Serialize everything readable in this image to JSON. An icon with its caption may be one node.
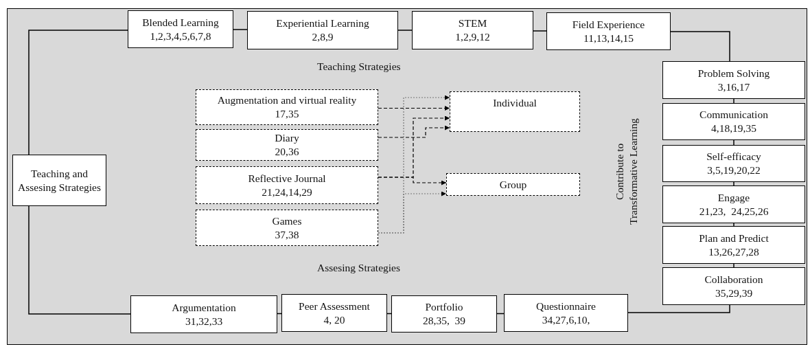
{
  "diagram": {
    "nodes": [
      {
        "text": [
          "Blended Learning",
          "1,2,3,4,5,6,7,8"
        ]
      },
      {
        "text": [
          "Experiential Learning",
          "2,8,9"
        ]
      },
      {
        "text": [
          "STEM",
          "1,2,9,12"
        ]
      },
      {
        "text": [
          "Field Experience",
          "11,13,14,15"
        ]
      },
      {
        "text": [
          "Problem Solving",
          "3,16,17"
        ]
      },
      {
        "text": [
          "Communication",
          "4,18,19,35"
        ]
      },
      {
        "text": [
          "Self-efficacy",
          "3,5,19,20,22"
        ]
      },
      {
        "text": [
          "Engage",
          "21,23,  24,25,26"
        ]
      },
      {
        "text": [
          "Plan and Predict",
          "13,26,27,28"
        ]
      },
      {
        "text": [
          "Collaboration",
          "35,29,39"
        ]
      },
      {
        "text": [
          "Teaching and Assesing Strategies"
        ]
      },
      {
        "text": [
          "Augmentation and virtual reality",
          "17,35"
        ]
      },
      {
        "text": [
          "Diary",
          "20,36"
        ]
      },
      {
        "text": [
          "Reflective Journal",
          "21,24,14,29"
        ]
      },
      {
        "text": [
          "Games",
          "37,38"
        ]
      },
      {
        "text": [
          "Individual"
        ]
      },
      {
        "text": [
          "Group"
        ]
      },
      {
        "text": [
          "Argumentation",
          "31,32,33"
        ]
      },
      {
        "text": [
          "Peer Assessment",
          "4, 20"
        ]
      },
      {
        "text": [
          "Portfolio",
          "28,35,  39"
        ]
      },
      {
        "text": [
          "Questionnaire",
          "34,27,6,10,"
        ]
      }
    ],
    "edges": [
      {
        "from": 10,
        "to": 0,
        "arrow": "none"
      },
      {
        "from": 0,
        "to": 1,
        "arrow": "none"
      },
      {
        "from": 1,
        "to": 2,
        "arrow": "none"
      },
      {
        "from": 2,
        "to": 3,
        "arrow": "none"
      },
      {
        "from": 3,
        "to": 4,
        "arrow": "none"
      },
      {
        "from": 4,
        "to": 5,
        "arrow": "none"
      },
      {
        "from": 5,
        "to": 6,
        "arrow": "none"
      },
      {
        "from": 6,
        "to": 7,
        "arrow": "none"
      },
      {
        "from": 7,
        "to": 8,
        "arrow": "none"
      },
      {
        "from": 8,
        "to": 9,
        "arrow": "none"
      },
      {
        "from": 9,
        "to": 20,
        "arrow": "none"
      },
      {
        "from": 20,
        "to": 19,
        "arrow": "none"
      },
      {
        "from": 19,
        "to": 18,
        "arrow": "none"
      },
      {
        "from": 18,
        "to": 17,
        "arrow": "none"
      },
      {
        "from": 17,
        "to": 10,
        "arrow": "none"
      },
      {
        "from": 11,
        "to": 15,
        "arrow": "to",
        "style": "dashed"
      },
      {
        "from": 12,
        "to": 15,
        "arrow": "to",
        "style": "dashed"
      },
      {
        "from": 13,
        "to": 15,
        "arrow": "to",
        "style": "dashed"
      },
      {
        "from": 13,
        "to": 16,
        "arrow": "to",
        "style": "dashed"
      },
      {
        "from": 14,
        "to": 15,
        "arrow": "to",
        "style": "dashed",
        "color": "#777777"
      },
      {
        "from": 14,
        "to": 16,
        "arrow": "to",
        "style": "dashed",
        "color": "#777777"
      }
    ],
    "labels": [
      "Teaching Strategies",
      "Contribute to Transformative Learning",
      "Assesing Strategies"
    ]
  }
}
